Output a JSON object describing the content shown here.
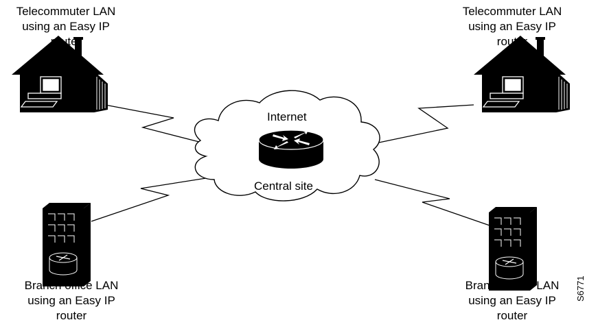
{
  "nodes": {
    "telecommuter_left": {
      "lines": [
        "Telecommuter LAN",
        "using an Easy IP",
        "router"
      ]
    },
    "telecommuter_right": {
      "lines": [
        "Telecommuter LAN",
        "using an Easy IP",
        "router"
      ]
    },
    "branch_left": {
      "lines": [
        "Branch office LAN",
        "using an Easy IP",
        "router"
      ]
    },
    "branch_right": {
      "lines": [
        "Branch office LAN",
        "using an Easy IP",
        "router"
      ]
    }
  },
  "cloud": {
    "top_label": "Internet",
    "bottom_label": "Central site"
  },
  "figure_id": "S6771",
  "icons": [
    "house-icon",
    "computer-icon",
    "office-building-icon",
    "router-icon",
    "cloud-icon"
  ],
  "links": [
    {
      "from": "telecommuter_left",
      "to": "cloud",
      "style": "zigzag-serial"
    },
    {
      "from": "telecommuter_right",
      "to": "cloud",
      "style": "zigzag-serial"
    },
    {
      "from": "branch_left",
      "to": "cloud",
      "style": "zigzag-serial"
    },
    {
      "from": "branch_right",
      "to": "cloud",
      "style": "zigzag-serial"
    }
  ]
}
